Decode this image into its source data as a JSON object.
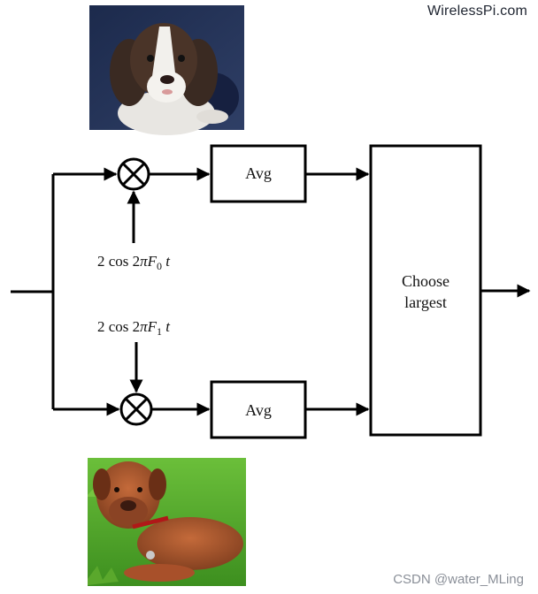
{
  "brand": "WirelessPi.com",
  "watermark": "CSDN @water_MLing",
  "avg_label": "Avg",
  "decision": {
    "line1": "Choose",
    "line2": "largest"
  },
  "osc_top": {
    "prefix": "2 cos 2",
    "pi": "π",
    "F": "F",
    "sub": "0",
    "t": "t"
  },
  "osc_bottom": {
    "prefix": "2 cos 2",
    "pi": "π",
    "F": "F",
    "sub": "1",
    "t": "t"
  },
  "images": {
    "top": "puppy-photo",
    "bottom": "mastiff-photo"
  }
}
